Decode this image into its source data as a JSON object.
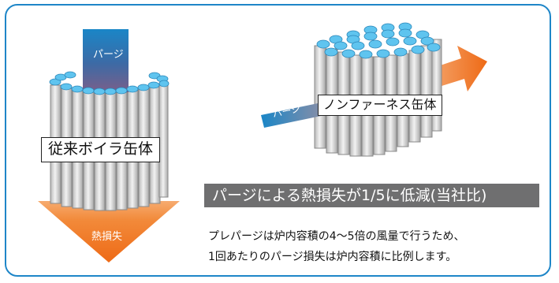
{
  "labels": {
    "conventional_boiler": "従来ボイラ缶体",
    "nonfurnace_boiler": "ノンファーネス缶体",
    "purge_left": "パージ",
    "purge_right": "パージ",
    "heat_loss": "熱損失"
  },
  "result": {
    "headline": "パージによる熱損失が1/5に低減(当社比)"
  },
  "note": {
    "line1": "プレパージは炉内容積の4〜5倍の風量で行うため、",
    "line2": "1回あたりのパージ損失は炉内容積に比例します。"
  },
  "colors": {
    "frame": "#1e86c8",
    "pipe_top": "#5fc4ef",
    "pipe_body": "#dcdcdc",
    "purge_blue": "#1a86c7",
    "heat_orange": "#f0721f",
    "band": "#6f6f70"
  }
}
